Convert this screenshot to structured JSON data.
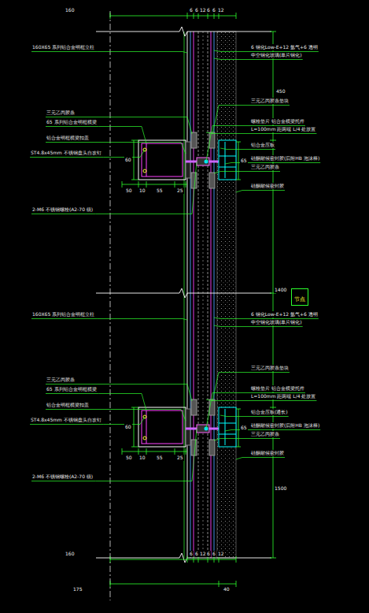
{
  "diagram": {
    "nodes": [
      {
        "text": [
          "节点"
        ]
      }
    ],
    "labels": [
      "160",
      "6",
      "6",
      "12",
      "6",
      "6",
      "12",
      "160X65 系列铝合金明框立柱",
      "6 钢化Low-E+12 氩气+6 透明",
      "中空钢化玻璃(单片钢化)",
      "450",
      "三元乙丙胶条垫块",
      "三元乙丙胶条",
      "螺栓垫片 铝合金横梁托件",
      "65 系列铝合金明框横梁",
      "L=100mm  距两端 L/4 处放置",
      "铝合金明框横梁扣盖",
      "铝合金压板",
      "60",
      "ST4.8x45mm 不锈钢盘头自攻钉",
      "65",
      "硅酮耐候密封胶(后附HB 泡沫棒)",
      "三元乙丙胶条",
      "硅酮耐候密封胶",
      "50",
      "10",
      "55",
      "25",
      "2-M6 不锈钢螺栓(A2-70 级)",
      "1400",
      "160X65 系列铝合金明框立柱",
      "6 钢化Low-E+12 氩气+6 透明",
      "中空钢化玻璃(单片钢化)",
      "三元乙丙胶条垫块",
      "三元乙丙胶条",
      "螺栓垫片 铝合金横梁托件",
      "65 系列铝合金明框横梁",
      "L=100mm  距两端 L/4 处放置",
      "铝合金明框横梁扣盖",
      "铝合金压板(通长)",
      "60",
      "ST4.8x45mm 不锈钢盘头自攻钉",
      "65",
      "硅酮耐候密封胶(后附HB 泡沫棒)",
      "三元乙丙胶条",
      "硅酮耐候密封胶",
      "50",
      "10",
      "55",
      "25",
      "2-M6 不锈钢螺栓(A2-70 级)",
      "1500",
      "160",
      "6",
      "6",
      "12",
      "6",
      "6",
      "12",
      "175",
      "40"
    ]
  }
}
